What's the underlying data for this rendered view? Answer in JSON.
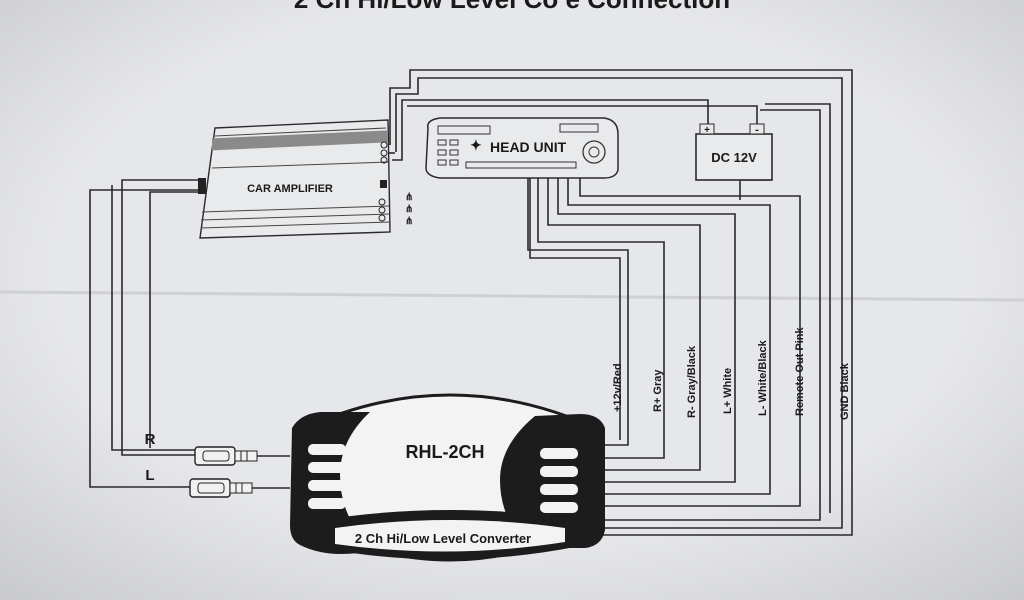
{
  "diagram": {
    "title_partial": "2 Ch Hi/Low Level Co          e Connection",
    "amplifier_label": "CAR AMPLIFIER",
    "head_unit_label": "HEAD UNIT",
    "battery_label": "DC 12V",
    "battery_plus": "+",
    "battery_minus": "-",
    "converter_model": "RHL-2CH",
    "converter_caption": "2 Ch Hi/Low Level Converter",
    "rca_right": "R",
    "rca_left": "L",
    "wires": [
      {
        "label": "+12v/Red"
      },
      {
        "label": "R+ Gray"
      },
      {
        "label": "R- Gray/Black"
      },
      {
        "label": "L+ White"
      },
      {
        "label": "L- White/Black"
      },
      {
        "label": "Remote Out  Pink"
      },
      {
        "label": "GND  Black"
      }
    ]
  },
  "colors": {
    "paper": "#dcdde0",
    "ink": "#1a1a1a",
    "converter_body": "#1c1c1c"
  }
}
